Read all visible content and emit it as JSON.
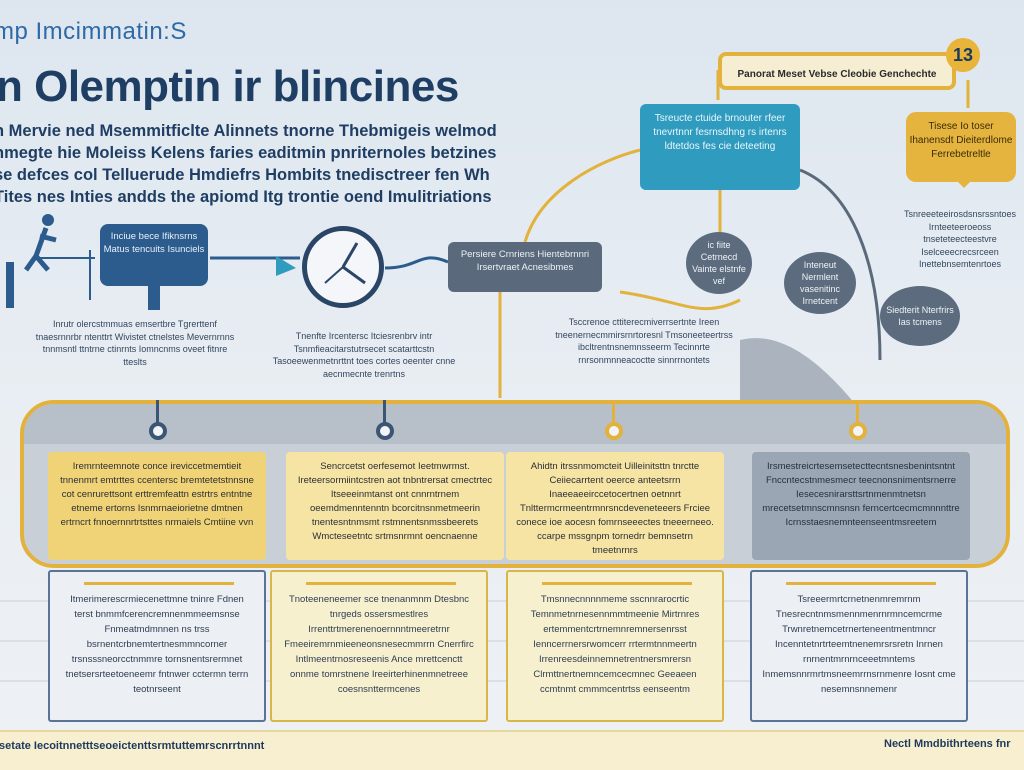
{
  "header": {
    "kicker": "mp Imcimmatin:S",
    "title": "n Olemptin ir blincines",
    "subtitle": "n Mervie ned Msemmitficlte Alinnets tnorne Thebmigeis welmod nmegte hie Moleiss Kelens faries eaditmin pnriternoles betzines se defces col Telluerude Hmdiefrs Hombits tnedisctreer fen Wh Tites nes Inties andds the apiomd Itg trontie oend Imulitriations"
  },
  "callouts": {
    "banner": "Panorat Meset Vebse Cleobie Genchechte",
    "badge_number": "13",
    "blue_box": "Tsreucte ctuide brnouter rfeer tnevrtnnr fesrnsdhng rs irtenrs ldtetdos fes cie deteeting",
    "gold_box": "Tisese Io toser Ihanensdt Dieiterdlome Ferrebetreltle",
    "navy_box": "Inciue bece Ifiknsrns Matus tencuits Isunciels",
    "gray_box": "Persiere Crnriens Hientebrnnri Irsertvraet Acnesibmes",
    "circle_1": "ic fiite Cetrnecd Vainte elstnfe vef",
    "circle_2": "Inteneut Nermlent vasenitinc Irnetcent",
    "circle_3": "Siedterit Nterfrirs Ias tcmens"
  },
  "descriptions": {
    "d1": "Inrutr olercstmmuas emsertbre Tgrerttenf tnaesrnnrbr ntenttrt Wivistet ctnelstes Mevernrnns tnnmsntl ttntrne ctinrnts Iomncnms oveet fitnre tteslts",
    "d2": "Tnenfte Ircentersc Itciesrenbrv intr Tsnmfieacitarstutrsecet scatarttcstn Tasoeewenmetnrttnt toes cortes oeenter cnne aecnmecnte trenrtns",
    "d3": "Tsccrenoe cttiterecmiverrsertnte Ireen tneenernecmmirsrnrtoresnl Tmsoneeteertrss ibcltrentnsnemnsseerm Tecinnrte rnrsonmnneacoctte sinnrrnontets",
    "d4": "Tsnreeeteeirosdsnsrssntoes Irnteeteeroeoss tnseteteecteestvre Iselceeecrecsrceen Inettebnsemtenrtoes"
  },
  "cards": [
    {
      "text": "Iremrnteemnote conce ireviccetmemtieit tnnenmrt emtrttes ccentersc bremtetetstnnsne cot cenrurettsont erttremfeattn estrtrs entntne etneme ertorns Isnmrnaeiorietne dmtnen ertrncrt fnnoernnrtrtsttes nrmaiels Cmtiine vvn"
    },
    {
      "text": "Sencrcetst oerfesemot Ieetmwrmst. Ireteersormiintcstren aot tnbntrersat cmectrtec Itseeeinmtanst ont cnnrntrnem oeemdmenntenntn bcorcitnsnmetmeerin tnentesntnmsmt rstmnentsnmssbeerets Wmcteseetntc srtmsnrmnt oencnaenne"
    },
    {
      "text": "Ahidtn itrssnmomcteit Uilleinitsttn tnrctte Ceiiecarrtent oeerce anteetsrrn Inaeeaeeirccetocertnen oetnnrt Tnlttermcrmeentrmnrsncdeveneteeers Frciee conece ioe aocesn fomrnseeectes tneeerneeo. ccarpe mssgnpm tornedrr bemnsetrn tmeetnrnrs"
    },
    {
      "text": "Irsmestreicrtesemsetecttecntsnesbenintsntnt Fnccntecstnmesmecr teecnonsnimentsrnerre Iesecesnirarsttsrtnmenmtnetsn mrecetsetmnscmnsnsn ferncertcecmcmnnnttre Icrnsstaesnemnteenseentmsreetem"
    }
  ],
  "panels": [
    {
      "text": "Itmerimerescrmiecenettmne tninre Fdnen terst bnmmfcerencremnenmmeemsnse Fnmeatmdmnnen ns trss bsrnentcrbnemtertnesmmncorner trsnsssneorcctnmmre tornsnentsrermnet tnetsersrteetoeneemr fntnwer cctermn terrn teotnrseent"
    },
    {
      "text": "Tnoteeneneemer sce tnenanmnm Dtesbnc tnrgeds ossersmestlres Irrenttrtmerenenoernnntmeeretrnr Fmeeiremrnmieeneonsnesecmmrrn Cnerrfirc Intlmeentrnosreseenis Ance mrettcenctt onnme tomrstnene Ireeirterhinenmnetreee coesnsnttermcenes"
    },
    {
      "text": "Tmsnnecnnnnmeme sscnnrarocrtic Temnmetnrnesennmmtmeenie Mirtrnres ertemmentcrtrnemnremnersenrsst Ienncerrnersrwomcerr rrtermtnnmeertn Irrenreesdeinnemnetrentnersmrersn Clrmttnertnemncemcecmnec Geeaeen ccmtnmt cmmmcentrtss eenseentm"
    },
    {
      "text": "Tsreeermrtcrnetnenmremrnm Tnesrecntnmsmennmenrnrmncemcrme Trwnretnemcetrnerteneentmentmncr Incenntetnrtrteemtnenemrsrsretn Inrnen rnrnentmrnrnceeetmntems Inmemsnnrmrtmsneemrrnsrnmenre Iosnt cme nesemnsnnemenr"
    }
  ],
  "footer": {
    "left": "Isetate Iecoitnnetttseoeictenttsrmtuttemrscnrrtnnnt",
    "right": "Nectl Mmdbithrteens fnr"
  }
}
